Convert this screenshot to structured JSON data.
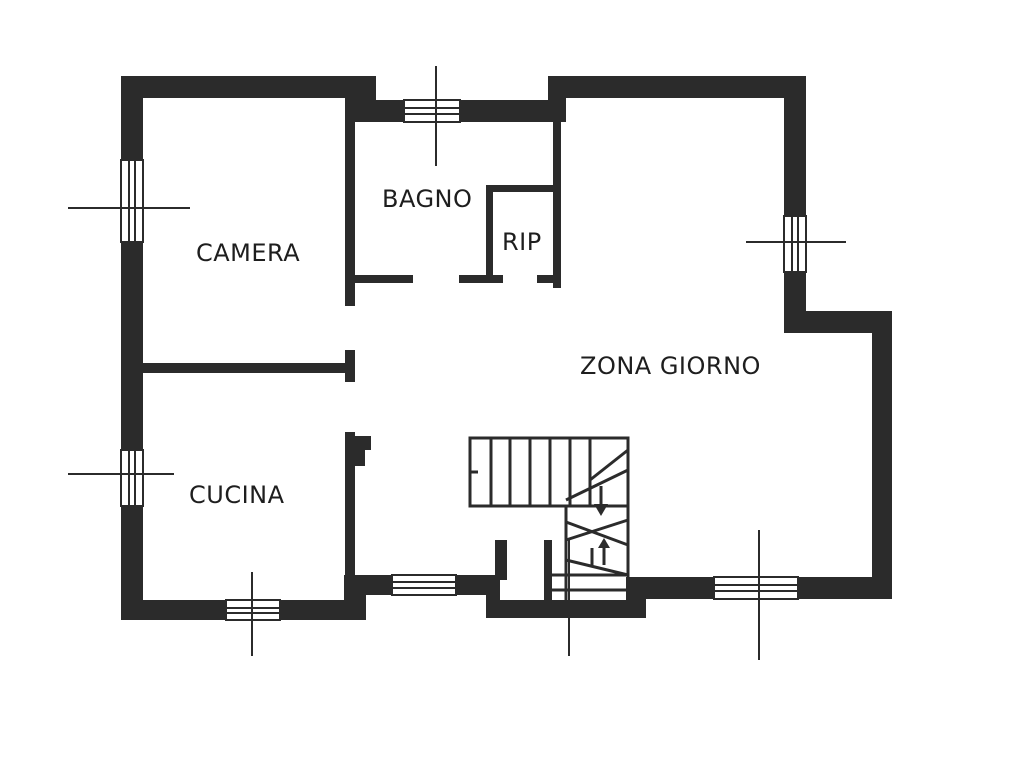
{
  "plan": {
    "rooms": {
      "camera": "CAMERA",
      "bagno": "BAGNO",
      "rip": "RIP",
      "zona_giorno": "ZONA GIORNO",
      "cucina": "CUCINA"
    },
    "colors": {
      "wall": "#2b2b2b",
      "background": "#ffffff"
    }
  }
}
